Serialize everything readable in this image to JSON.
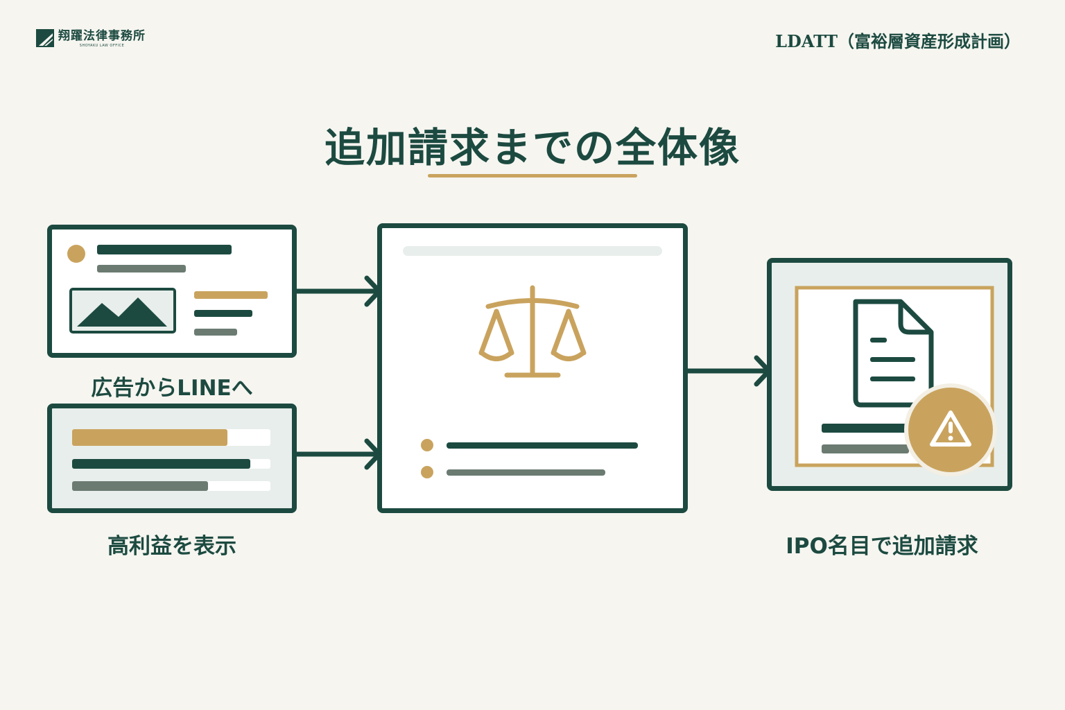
{
  "header": {
    "logo_name": "翔躍法律事務所",
    "logo_sub": "SHOYAKU LAW OFFICE",
    "program": "LDATT（富裕層資産形成計画）"
  },
  "title": "追加請求までの全体像",
  "steps": [
    {
      "caption": "広告からLINEへ",
      "icon": "ad-layout-icon"
    },
    {
      "caption": "高利益を表示",
      "icon": "profit-bars-icon"
    },
    {
      "caption": "",
      "icon": "scales-of-justice-icon"
    },
    {
      "caption": "IPO名目で追加請求",
      "icon": "document-warning-icon"
    }
  ],
  "colors": {
    "background": "#f6f5f0",
    "primary": "#1c4a40",
    "accent": "#c9a35e",
    "gray": "#6b7b72",
    "panel": "#e8eeeb"
  }
}
